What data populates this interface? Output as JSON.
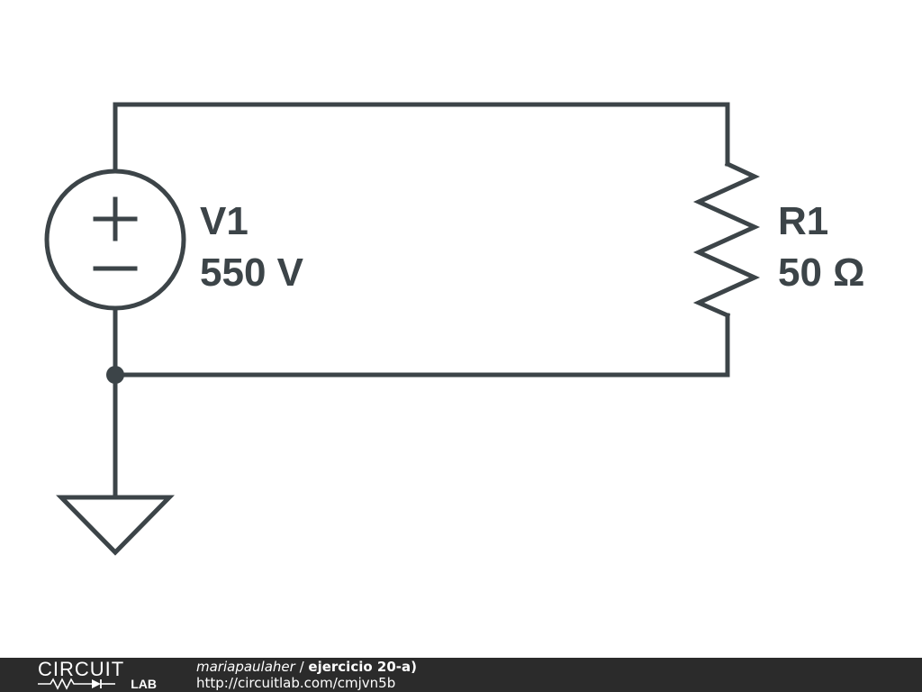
{
  "circuit": {
    "source": {
      "name": "V1",
      "value": "550 V",
      "plus_symbol": "+",
      "minus_symbol": "−"
    },
    "resistor": {
      "name": "R1",
      "value": "50 Ω"
    },
    "ground_icon": "ground-icon",
    "wire_color": "#3c4448"
  },
  "footer": {
    "logo_top": "CIRCUIT",
    "logo_bottom": "LAB",
    "author": "mariapaulaher",
    "separator": " / ",
    "title": "ejercicio 20-a)",
    "url": "http://circuitlab.com/cmjvn5b",
    "background_color": "#2b2b2b"
  }
}
